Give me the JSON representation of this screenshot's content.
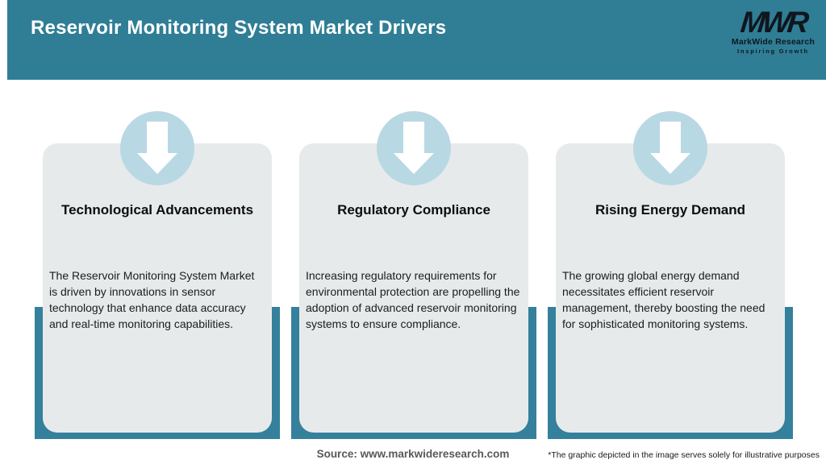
{
  "header": {
    "title": "Reservoir Monitoring System Market Drivers"
  },
  "logo": {
    "monogram": "MWR",
    "name": "MarkWide Research",
    "tagline": "Inspiring Growth"
  },
  "cards": [
    {
      "icon": "down-arrow-icon",
      "title": "Technological Advancements",
      "description": "The Reservoir Monitoring System Market is driven by innovations in sensor technology that enhance data accuracy and real-time monitoring capabilities."
    },
    {
      "icon": "down-arrow-icon",
      "title": "Regulatory Compliance",
      "description": "Increasing regulatory requirements for environmental protection are propelling the adoption of advanced reservoir monitoring systems to ensure compliance."
    },
    {
      "icon": "down-arrow-icon",
      "title": "Rising Energy Demand",
      "description": "The growing global energy demand necessitates efficient reservoir management, thereby boosting the need for sophisticated monitoring systems."
    }
  ],
  "footer": {
    "source": "Source: www.markwideresearch.com",
    "disclaimer": "*The graphic depicted in the image serves solely for illustrative purposes"
  },
  "colors": {
    "header_bg": "#2F7E95",
    "card_backdrop": "#35809C",
    "card_bg": "#E7EAEA",
    "icon_circle": "#B8D8E4",
    "title_text": "#FFFFFF",
    "source_text": "#595959"
  }
}
